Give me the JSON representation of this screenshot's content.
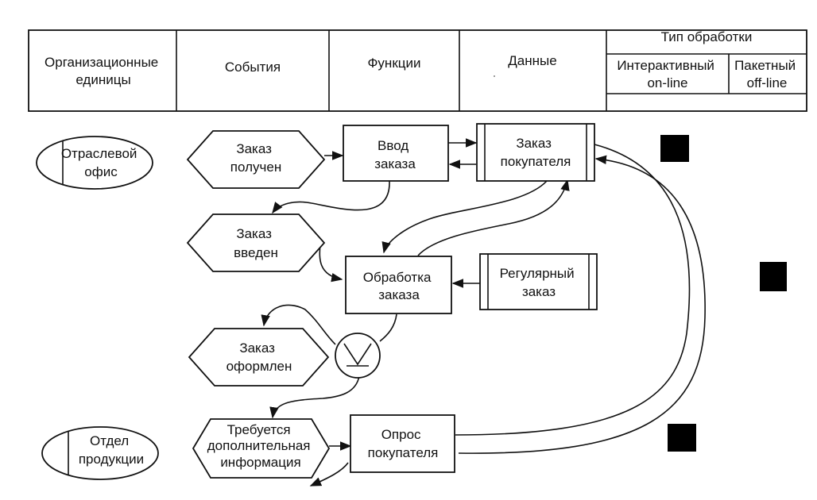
{
  "header": {
    "col1": [
      "Организационные",
      "единицы"
    ],
    "col2": "События",
    "col3": "Функции",
    "col4": "Данные",
    "col5": "Тип обработки",
    "col5a": [
      "Интерактивный",
      "on-line"
    ],
    "col5b": [
      "Пакетный",
      "off-line"
    ]
  },
  "org_units": {
    "branch_office": [
      "Отраслевой",
      "офис"
    ],
    "product_department": [
      "Отдел",
      "продукции"
    ]
  },
  "events": {
    "order_received": [
      "Заказ",
      "получен"
    ],
    "order_entered": [
      "Заказ",
      "введен"
    ],
    "order_processed": [
      "Заказ",
      "оформлен"
    ],
    "info_required": [
      "Требуется",
      "дополнительная",
      "информация"
    ]
  },
  "functions": {
    "enter_order": [
      "Ввод",
      "заказа"
    ],
    "process_order": [
      "Обработка",
      "заказа"
    ],
    "query_customer": [
      "Опрос",
      "покупателя"
    ]
  },
  "data": {
    "customer_order": [
      "Заказ",
      "покупателя"
    ],
    "regular_order": [
      "Регулярный",
      "заказ"
    ]
  },
  "colors": {
    "line": "#111111",
    "marker": "#000000",
    "background": "#ffffff"
  }
}
